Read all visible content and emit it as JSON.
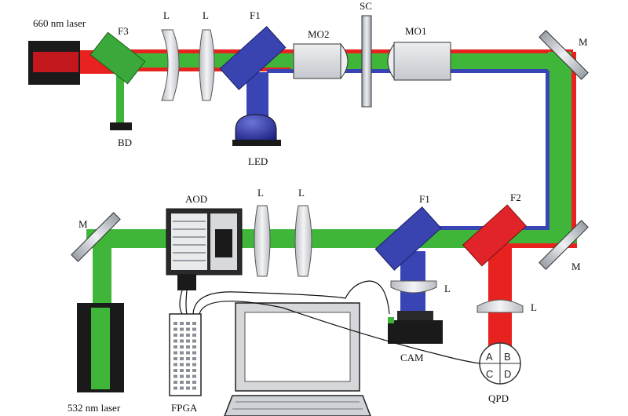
{
  "labels": {
    "laser660": "660 nm laser",
    "laser532": "532 nm laser",
    "f3": "F3",
    "l1": "L",
    "l2": "L",
    "f1_top": "F1",
    "mo2": "MO2",
    "sc": "SC",
    "mo1": "MO1",
    "m_top": "M",
    "bd": "BD",
    "led": "LED",
    "aod": "AOD",
    "l3": "L",
    "l4": "L",
    "f1_bottom": "F1",
    "f2": "F2",
    "m_left": "M",
    "m_right": "M",
    "l_cam": "L",
    "l_qpd": "L",
    "cam": "CAM",
    "qpd": "QPD",
    "fpga": "FPGA"
  },
  "qpd_quadrants": [
    "A",
    "B",
    "C",
    "D"
  ],
  "colors": {
    "red_beam": "#e8231f",
    "green_beam": "#3fb63a",
    "blue_beam": "#3a45b5",
    "filter_green": "#3aa83a",
    "filter_blue": "#3a44b0",
    "filter_red": "#e0242a",
    "optic_gray": "#d8dade",
    "dark": "#1a1a1a"
  }
}
